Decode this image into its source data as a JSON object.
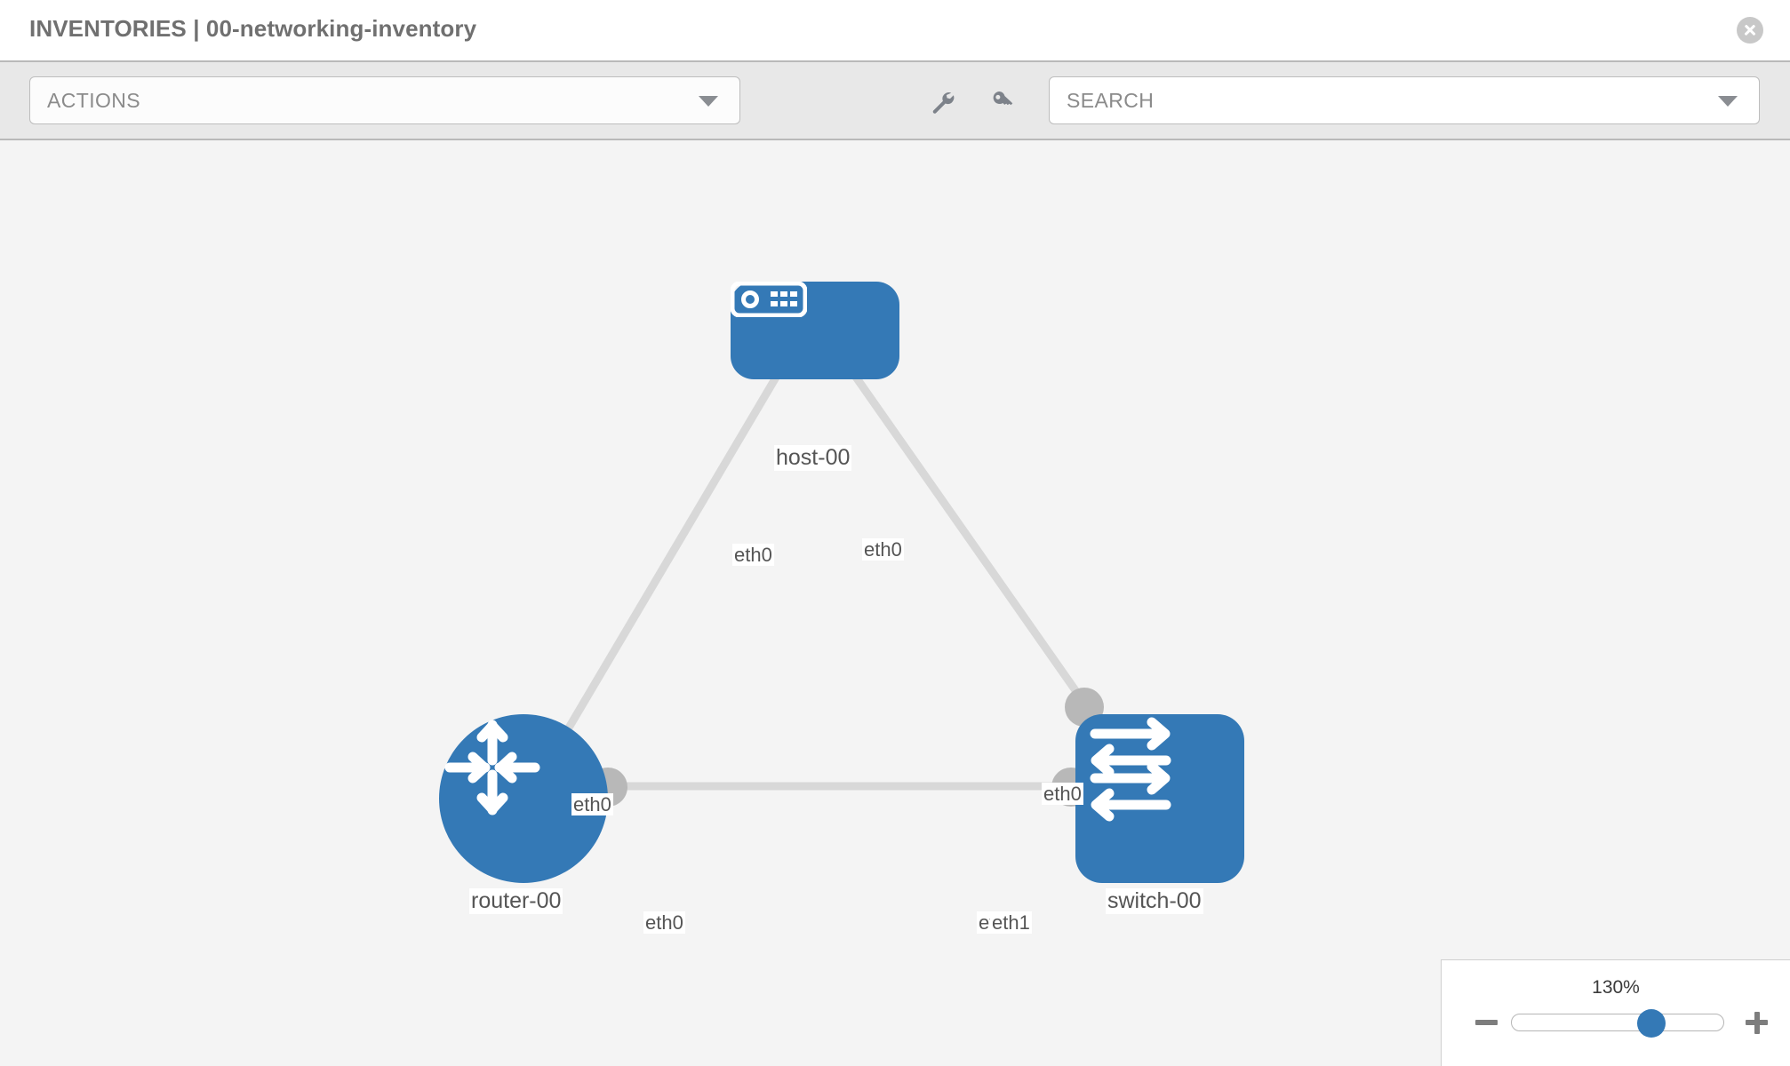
{
  "header": {
    "title": "INVENTORIES | 00-networking-inventory",
    "close_icon": "close-circle-icon"
  },
  "toolbar": {
    "actions": {
      "label": "ACTIONS",
      "caret_icon": "chevron-down-icon"
    },
    "tools": [
      {
        "name": "wrench-icon",
        "label": "Wrench"
      },
      {
        "name": "key-icon",
        "label": "Key"
      }
    ],
    "search": {
      "placeholder": "SEARCH",
      "value": "",
      "caret_icon": "chevron-down-icon"
    }
  },
  "topology": {
    "accent_color": "#3479b6",
    "port_color": "#b8b8b8",
    "link_color": "#d8d8d8",
    "canvas_background": "#f4f4f4",
    "nodes": [
      {
        "id": "host-00",
        "label": "host-00",
        "type": "host",
        "icon": "server-appliance-icon"
      },
      {
        "id": "router-00",
        "label": "router-00",
        "type": "router",
        "icon": "four-arrows-router-icon"
      },
      {
        "id": "switch-00",
        "label": "switch-00",
        "type": "switch",
        "icon": "bidirectional-arrows-switch-icon"
      }
    ],
    "links": [
      {
        "from": "host-00",
        "from_interface": "eth0",
        "to": "router-00",
        "to_interface": "eth0"
      },
      {
        "from": "host-00",
        "from_interface": "eth0",
        "to": "switch-00",
        "to_interface": "eth0"
      },
      {
        "from": "router-00",
        "from_interface": "eth0",
        "to": "switch-00",
        "to_interface": "eth1"
      }
    ],
    "interface_labels": {
      "host_left": "eth0",
      "host_right": "eth0",
      "router_up": "eth0",
      "switch_up": "eth0",
      "router_right": "eth0",
      "switch_left_hidden": "eth",
      "switch_left": "eth1"
    }
  },
  "zoom_control": {
    "value_label": "130%",
    "percent": 130,
    "thumb_position_percent": 66,
    "minus_icon": "minus-icon",
    "plus_icon": "plus-icon"
  }
}
